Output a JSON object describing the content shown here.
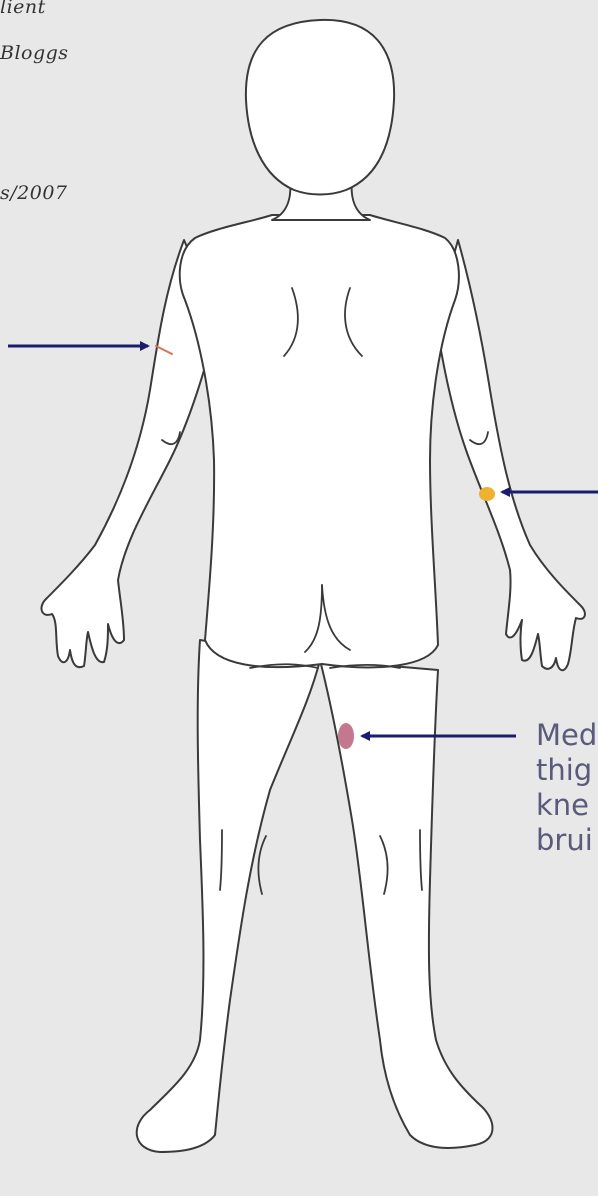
{
  "record": {
    "header_line": "lient",
    "client_name": "Bloggs",
    "date": "s/2007"
  },
  "annotations": {
    "thigh_lines": [
      "Med",
      "thig",
      "kne",
      "brui"
    ]
  },
  "markers": {
    "upper_arm_mark": {
      "icon": "scratch-mark",
      "color": "#e07050"
    },
    "forearm_mark": {
      "icon": "bruise-spot",
      "color": "#f0b030"
    },
    "thigh_mark": {
      "icon": "bruise-spot",
      "color": "#c47890"
    }
  },
  "colors": {
    "background": "#e8e8e8",
    "arrow": "#1c1c6e",
    "outline": "#3a3a3a"
  }
}
